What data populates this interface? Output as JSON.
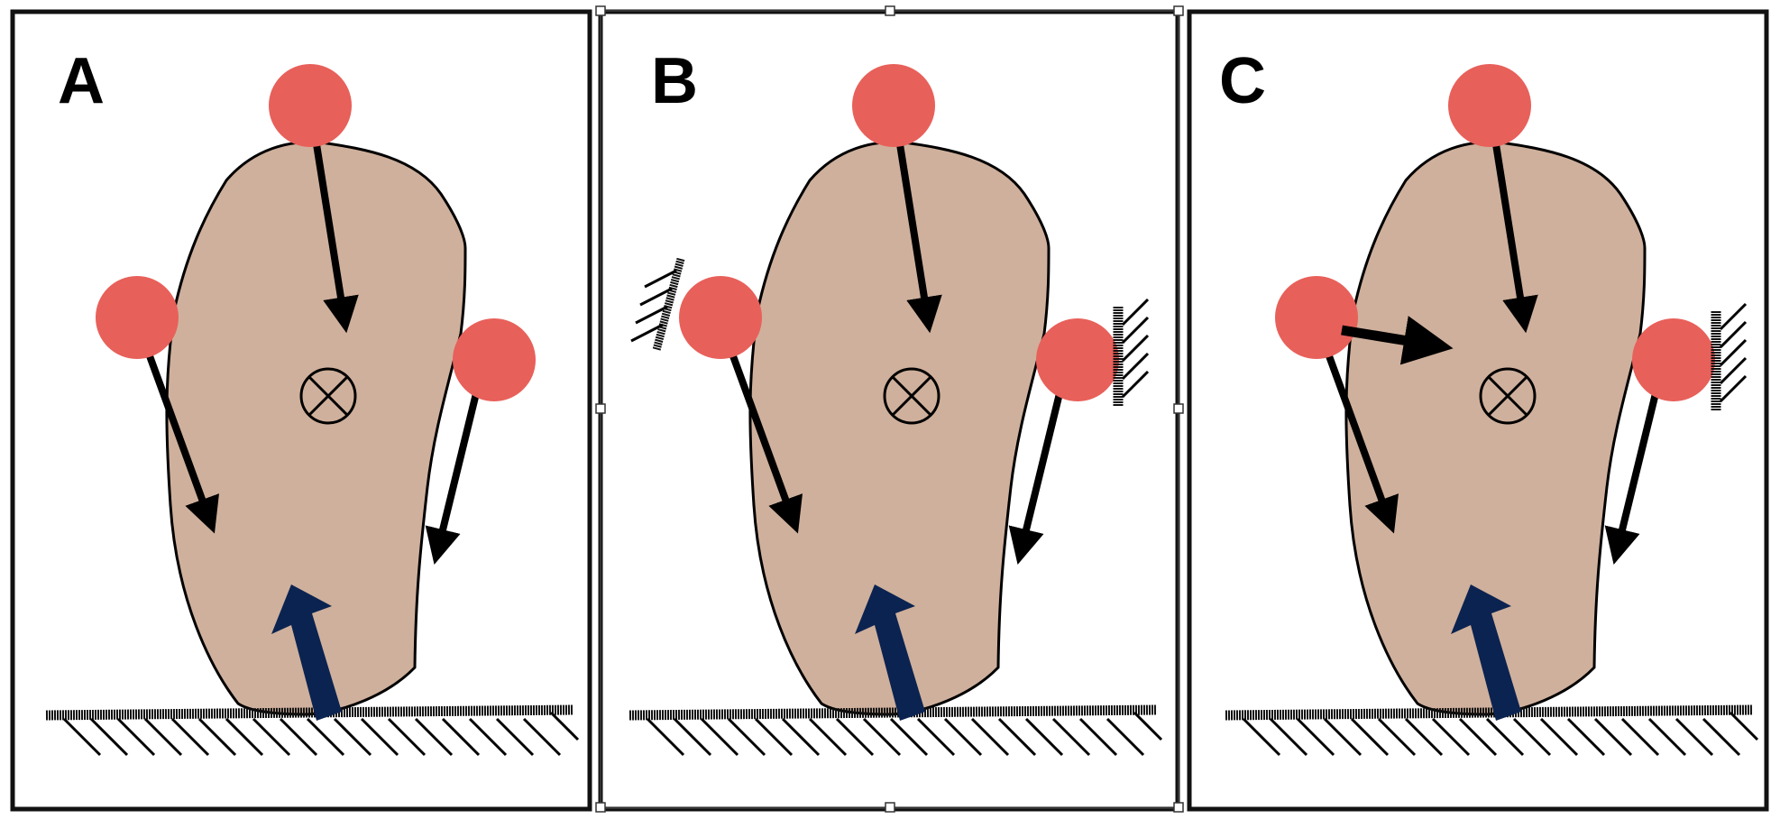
{
  "colors": {
    "body": "#cfb09c",
    "marker": "#e8605a",
    "arrow": "#000000",
    "ground_reaction": "#0b2350",
    "frame": "#111111",
    "background": "#ffffff"
  },
  "panels": [
    {
      "label": "A",
      "supports": {
        "left_wall": false,
        "right_wall": false
      },
      "inward_force": false
    },
    {
      "label": "B",
      "supports": {
        "left_wall": true,
        "right_wall": true
      },
      "inward_force": false
    },
    {
      "label": "C",
      "supports": {
        "left_wall": false,
        "right_wall": true
      },
      "inward_force": true
    }
  ],
  "icons": {
    "center_of_mass": "circled-times-icon",
    "marker": "red-circle-marker",
    "ground": "hatched-ground-icon",
    "wall": "hatched-wall-icon",
    "ground_reaction": "thick-navy-arrow-icon"
  },
  "selection": {
    "selected_panel": "B",
    "handles": true
  }
}
